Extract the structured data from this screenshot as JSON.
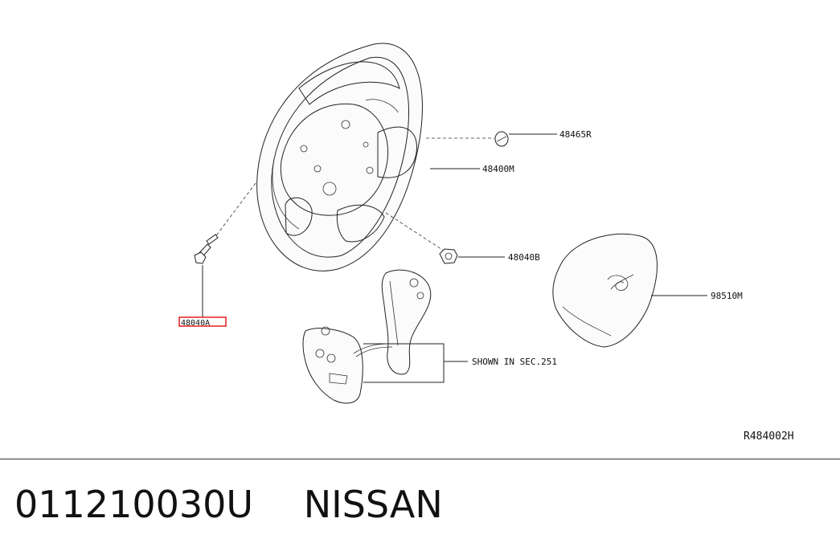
{
  "callouts": {
    "retainer": "48465R",
    "wheel": "48400M",
    "nut": "48040B",
    "bolt": "48040A",
    "airbag": "98510M",
    "switch_note": "SHOWN IN SEC.251"
  },
  "drawing_id": "R484002H",
  "caption": {
    "part_number": "011210030U",
    "brand": "NISSAN"
  },
  "colors": {
    "highlight": "#e0201f",
    "line": "#222222"
  }
}
